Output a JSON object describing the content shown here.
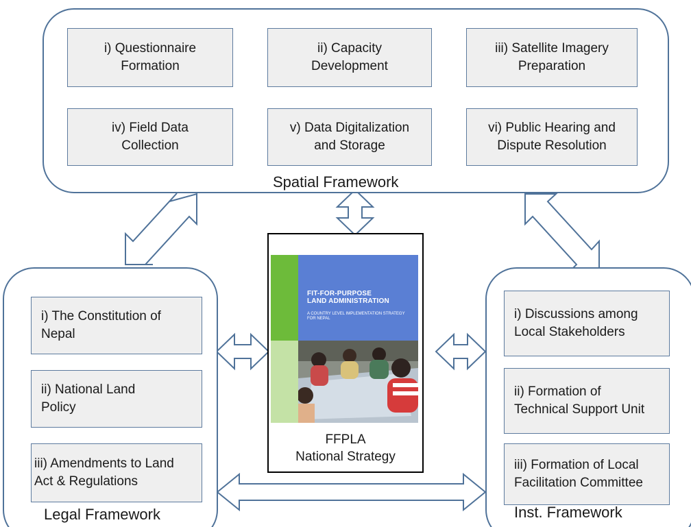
{
  "spatial": {
    "label": "Spatial Framework",
    "items": [
      {
        "label": "i) Questionnaire\nFormation"
      },
      {
        "label": "ii) Capacity\nDevelopment"
      },
      {
        "label": "iii) Satellite Imagery\nPreparation"
      },
      {
        "label": "iv) Field Data\nCollection"
      },
      {
        "label": "v) Data Digitalization\nand Storage"
      },
      {
        "label": "vi) Public Hearing and\nDispute Resolution"
      }
    ]
  },
  "legal": {
    "label": "Legal Framework",
    "items": [
      {
        "label": "i) The Constitution of\n    Nepal"
      },
      {
        "label": "ii) National Land\n    Policy"
      },
      {
        "label": "iii) Amendments to Land\n    Act & Regulations"
      }
    ]
  },
  "institutional": {
    "label": "Inst. Framework",
    "items": [
      {
        "label": "i) Discussions among\n  Local Stakeholders"
      },
      {
        "label": "ii) Formation of\n Technical Support Unit"
      },
      {
        "label": "iii) Formation of Local\nFacilitation Committee"
      }
    ]
  },
  "strategy": {
    "cover_title": "FIT-FOR-PURPOSE\nLAND ADMINISTRATION",
    "cover_subtitle": "A COUNTRY LEVEL IMPLEMENTATION STRATEGY FOR NEPAL",
    "caption_line1": "FFPLA",
    "caption_line2": "National Strategy"
  },
  "colors": {
    "frame_border": "#4f7299",
    "box_fill": "#efefef",
    "cover_blue": "#5a7fd4",
    "cover_green": "#6dbb3a",
    "cover_light_green": "#c4e2a6"
  }
}
